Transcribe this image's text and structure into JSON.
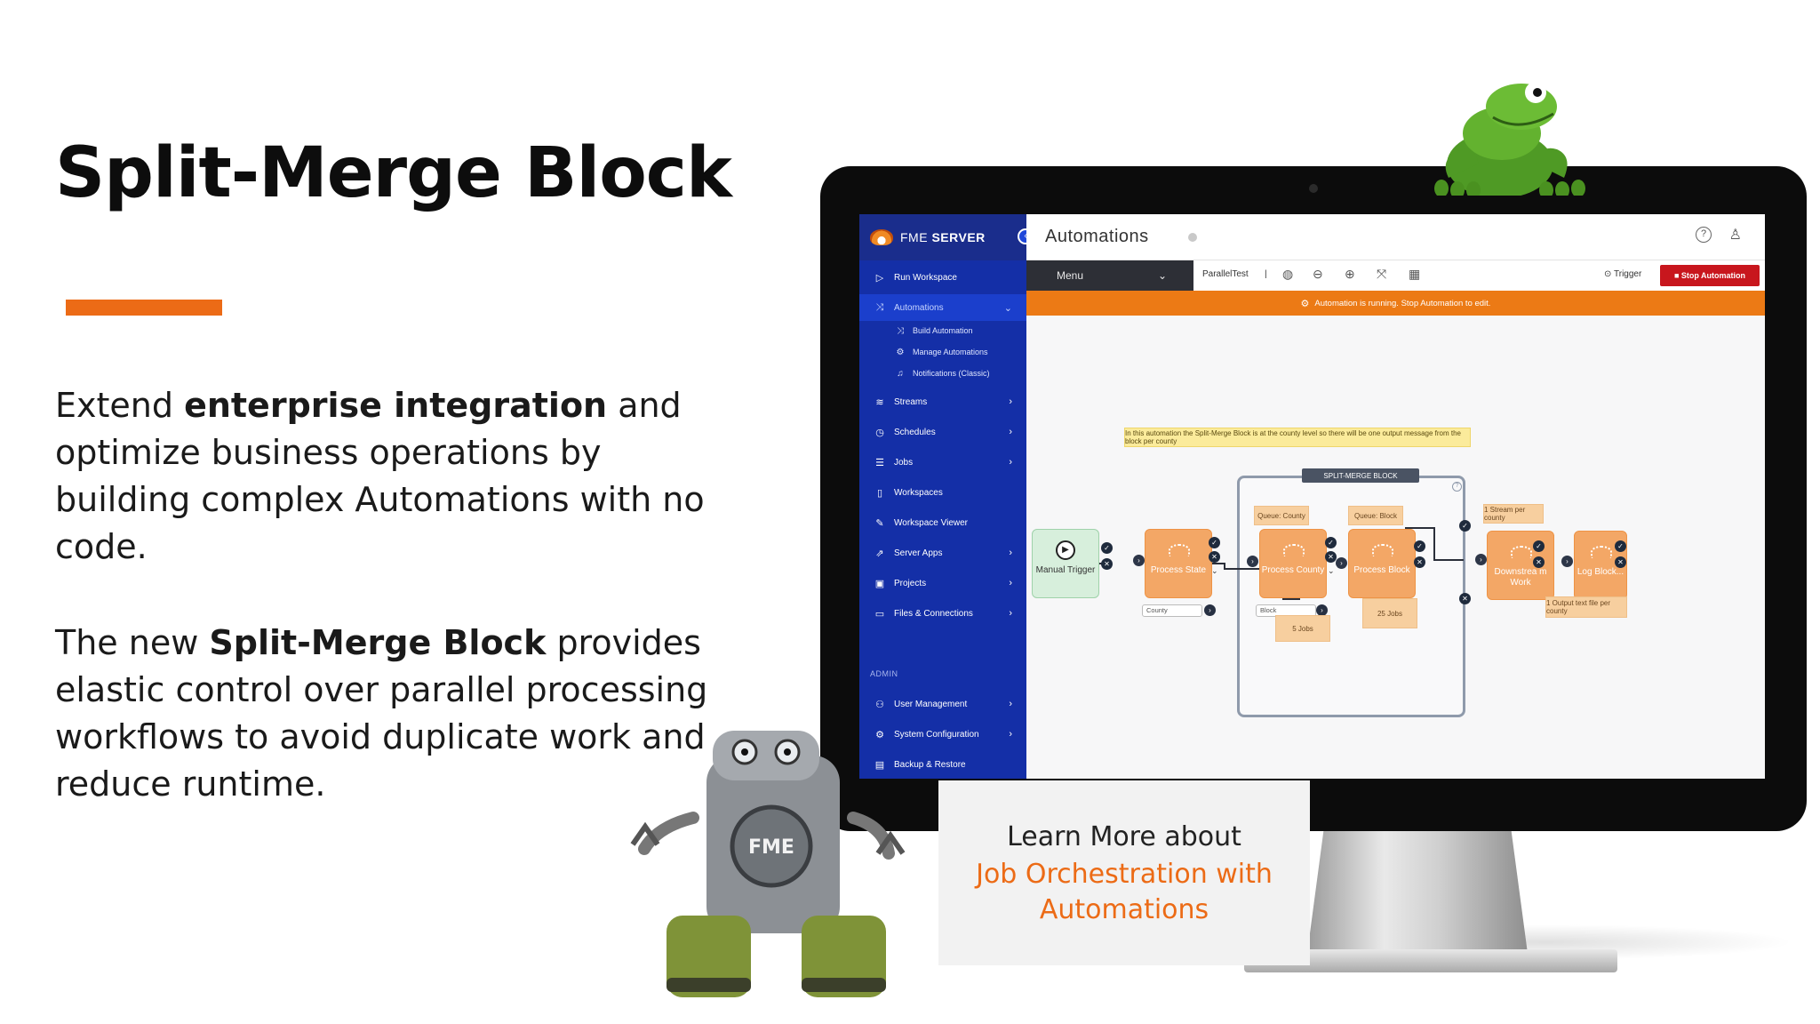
{
  "slide": {
    "title": "Split-Merge Block",
    "p1_a": "Extend ",
    "p1_b": "enterprise integration",
    "p1_c": " and optimize business operations by building complex Automations with no code.",
    "p2_a": "The new ",
    "p2_b": "Split-Merge Block",
    "p2_c": " provides elastic control over parallel processing workflows to avoid duplicate work and reduce runtime.",
    "accent_color": "#ec6b16"
  },
  "app": {
    "brand_fme": "FME",
    "brand_server": "SERVER",
    "page_title": "Automations",
    "sidebar": {
      "items": [
        {
          "label": "Run Workspace",
          "icon": "play-icon"
        },
        {
          "label": "Automations",
          "icon": "shuffle-icon"
        },
        {
          "label": "Streams",
          "icon": "waveform-icon"
        },
        {
          "label": "Schedules",
          "icon": "clock-icon"
        },
        {
          "label": "Jobs",
          "icon": "list-icon"
        },
        {
          "label": "Workspaces",
          "icon": "file-icon"
        },
        {
          "label": "Workspace Viewer",
          "icon": "wrench-icon"
        },
        {
          "label": "Server Apps",
          "icon": "share-icon"
        },
        {
          "label": "Projects",
          "icon": "briefcase-icon"
        },
        {
          "label": "Files & Connections",
          "icon": "folder-icon"
        },
        {
          "label": "User Management",
          "icon": "user-plus-icon"
        },
        {
          "label": "System Configuration",
          "icon": "gear-icon"
        },
        {
          "label": "Backup & Restore",
          "icon": "archive-icon"
        }
      ],
      "sub_items": [
        {
          "label": "Build Automation",
          "icon": "shuffle-icon"
        },
        {
          "label": "Manage Automations",
          "icon": "gear-icon"
        },
        {
          "label": "Notifications (Classic)",
          "icon": "bell-icon"
        }
      ],
      "section_admin": "ADMIN"
    },
    "toolbar": {
      "menu_label": "Menu",
      "automation_name": "ParallelTest",
      "separator": "|",
      "trigger_label": "Trigger",
      "stop_label": "Stop Automation"
    },
    "banner": "Automation is running. Stop Automation to edit.",
    "canvas": {
      "note": "In this automation the Split-Merge Block is at the county level so there will be one output message from the block per county",
      "split_label": "SPLIT-MERGE BLOCK",
      "nodes": {
        "manual_trigger": "Manual Trigger",
        "process_state": "Process State",
        "process_county": "Process County",
        "process_block": "Process Block",
        "downstream_work": "Downstrea m Work",
        "log_block": "Log Block..."
      },
      "tags": {
        "queue_county": "Queue: County",
        "queue_block": "Queue: Block",
        "stream_per_county": "1 Stream per county",
        "jobs_5": "5 Jobs",
        "jobs_25": "25 Jobs",
        "output_per_county": "1 Output text file per county"
      },
      "pills": {
        "county": "County",
        "block": "Block"
      }
    }
  },
  "callout": {
    "line1": "Learn More about",
    "line2": "Job Orchestration with",
    "line3": "Automations"
  }
}
